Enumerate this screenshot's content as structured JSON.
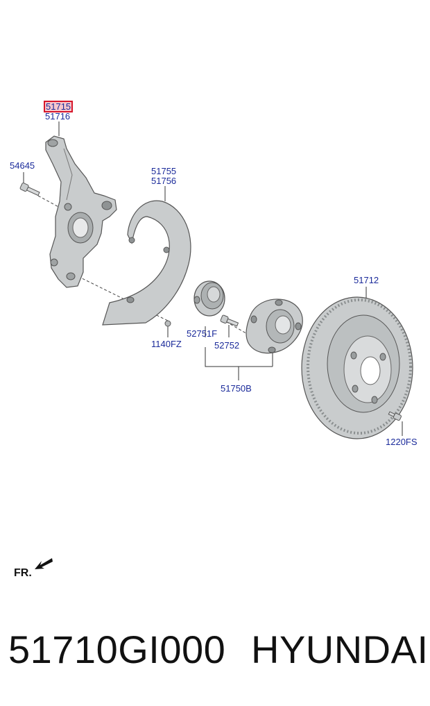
{
  "labels": {
    "knuckle_lh": "51715",
    "knuckle_rh": "51716",
    "bolt_knuckle": "54645",
    "dust_cover_lh": "51755",
    "dust_cover_rh": "51756",
    "screw_dust": "1140FZ",
    "bearing_cap": "52751F",
    "hub_bolt": "52752",
    "hub_assy": "51750B",
    "disc": "51712",
    "screw_disc": "1220FS"
  },
  "direction": "FR.",
  "footer": {
    "part_number": "51710GI000",
    "brand": "HYUNDAI"
  },
  "colors": {
    "label": "#1a2a9a",
    "highlight_border": "#d6162a",
    "highlight_fill": "#f7c6cc",
    "part_fill": "#c9cccd",
    "part_stroke": "#555555"
  }
}
